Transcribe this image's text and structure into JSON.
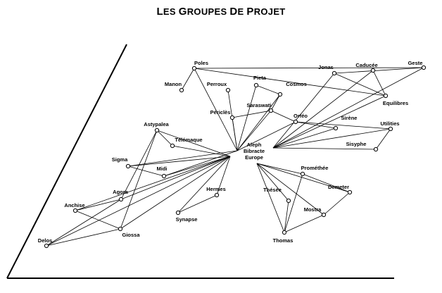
{
  "title": "Les groupes de projet",
  "center_lines": [
    "Aleph",
    "Bibracte",
    "Europe"
  ],
  "nodes": {
    "poles": "Poles",
    "manon": "Manon",
    "perroux": "Perroux",
    "pieta": "Pieta",
    "cosmos": "Cosmos",
    "jonas": "Jonas",
    "caducee": "Caducée",
    "geste": "Geste",
    "equilibres": "Equilibres",
    "saraswati": "Saraswati",
    "pericles": "Périclès",
    "orfeo": "Orféo",
    "sirene": "Sirène",
    "utilities": "Utilities",
    "sisyphe": "Sisyphe",
    "astypalea": "Astypalea",
    "telemaque": "Télémaque",
    "sigma": "Sigma",
    "midi": "Midi",
    "agora": "Agora",
    "anchise": "Anchise",
    "delos": "Delos",
    "giossa": "Giossa",
    "hermes": "Hermes",
    "synapse": "Synapse",
    "promethee": "Prométhée",
    "demeter": "Demeter",
    "these": "Thésée",
    "mostra": "Mostra",
    "thomas": "Thomas"
  }
}
